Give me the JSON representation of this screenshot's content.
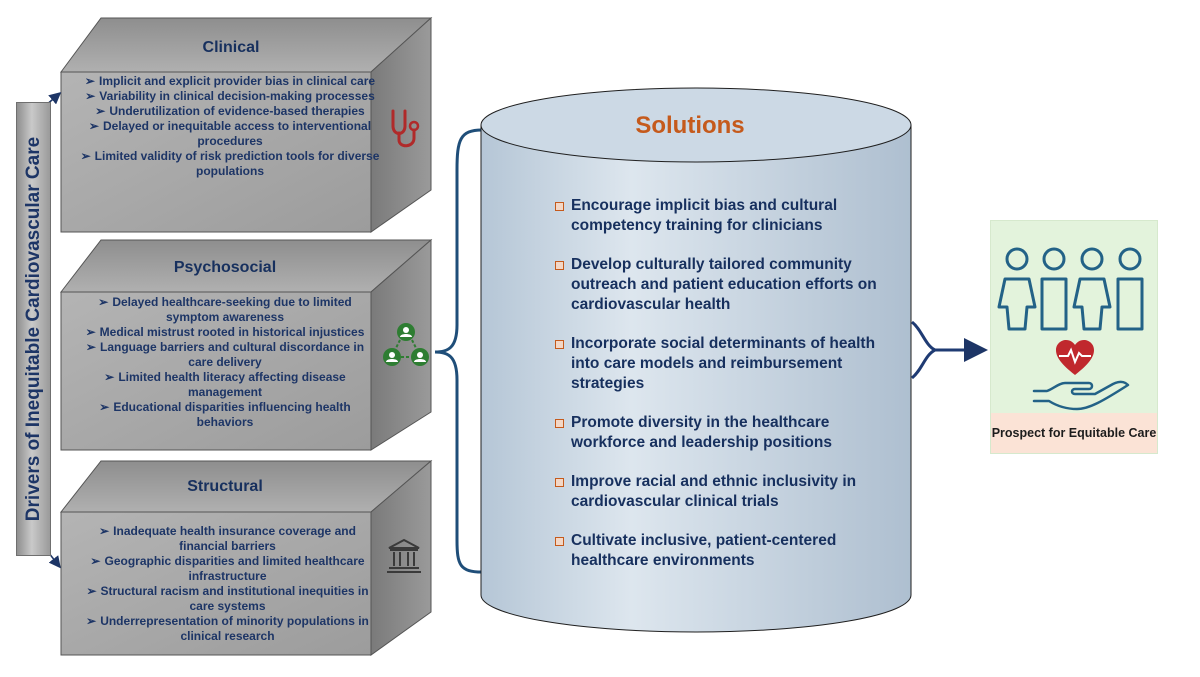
{
  "drivers_label": "Drivers of Inequitable Cardiovascular Care",
  "colors": {
    "navy": "#17305e",
    "solutions_title": "#c55a1c",
    "cube_front": "#a3a3a3",
    "cylinder": "#c9d6e2",
    "prospect_bg": "#e3f3dc",
    "prospect_label_bg": "#fbe3d6",
    "heart": "#c0282d",
    "people": "#236287"
  },
  "cubes": [
    {
      "title": "Clinical",
      "icon": "stethoscope-icon",
      "items": [
        "Implicit and explicit provider bias in clinical care",
        "Variability in clinical decision-making processes",
        "Underutilization of evidence-based therapies",
        "Delayed or inequitable access to interventional procedures",
        "Limited validity of risk prediction tools for diverse populations"
      ]
    },
    {
      "title": "Psychosocial",
      "icon": "people-network-icon",
      "items": [
        "Delayed healthcare-seeking due to limited symptom awareness",
        "Medical mistrust rooted in historical injustices",
        "Language barriers and cultural discordance in care delivery",
        "Limited health literacy affecting disease management",
        "Educational disparities influencing health behaviors"
      ]
    },
    {
      "title": "Structural",
      "icon": "institution-building-icon",
      "items": [
        "Inadequate health insurance coverage and financial barriers",
        "Geographic disparities and limited healthcare infrastructure",
        "Structural racism and institutional inequities in care systems",
        "Underrepresentation of minority populations in clinical research"
      ]
    }
  ],
  "solutions": {
    "title": "Solutions",
    "items": [
      "Encourage implicit bias and cultural competency training for clinicians",
      "Develop culturally tailored community outreach and patient education efforts on cardiovascular health",
      "Incorporate social determinants of health into care models and reimbursement strategies",
      "Promote diversity in the healthcare workforce and leadership positions",
      "Improve racial and ethnic inclusivity in cardiovascular clinical trials",
      "Cultivate inclusive, patient-centered healthcare environments"
    ]
  },
  "prospect": {
    "label": "Prospect for Equitable Care",
    "icons": [
      "people-group-icon",
      "heart-pulse-icon",
      "caring-hand-icon"
    ]
  }
}
